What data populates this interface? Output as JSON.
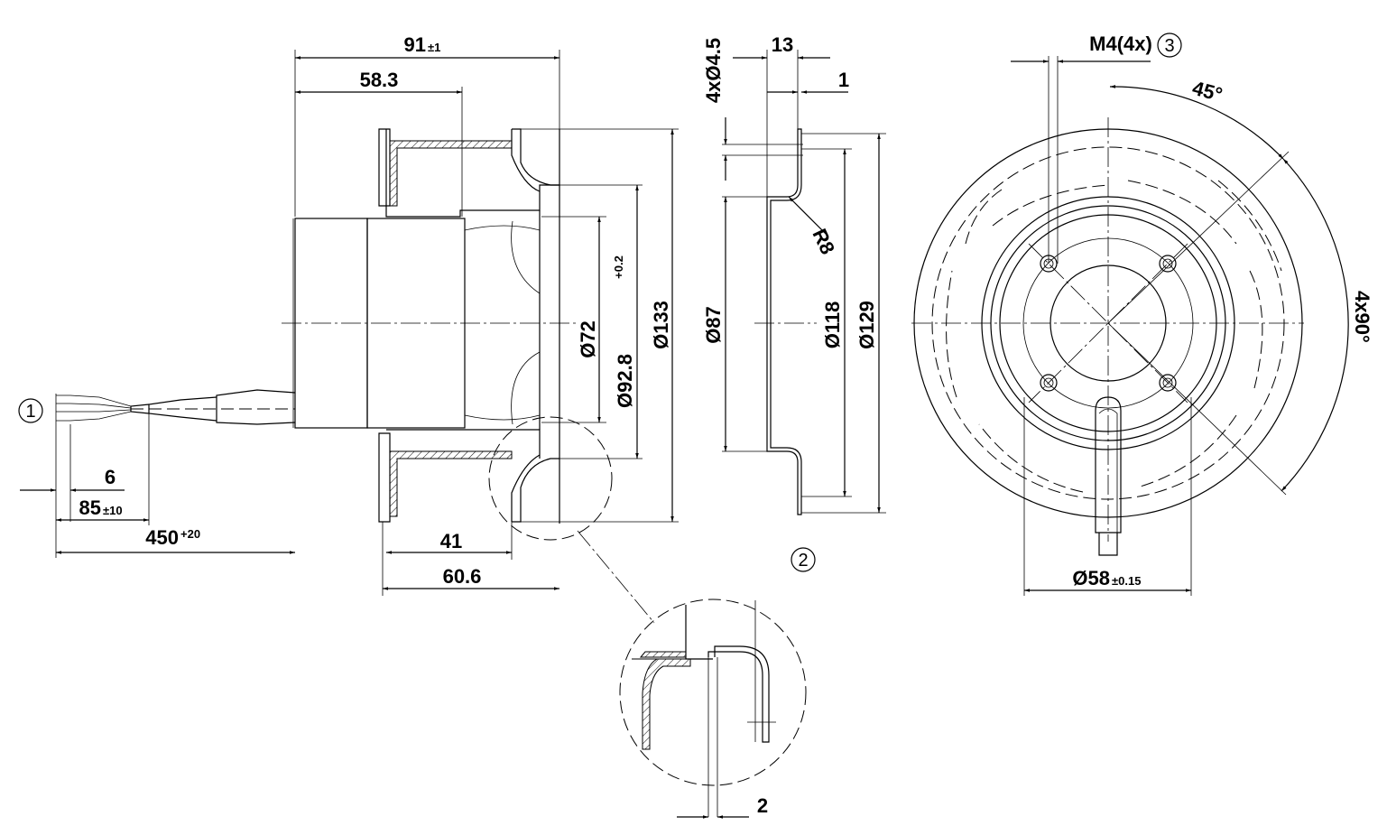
{
  "callouts": {
    "c1": "1",
    "c2": "2",
    "c3": "3"
  },
  "side_view": {
    "overall_length": "91",
    "overall_length_tol": "±1",
    "length_58": "58.3",
    "dia_72": "Ø72",
    "dia_92": "Ø92.8",
    "dia_92_tol": "+0.2",
    "dia_133": "Ø133",
    "len_41": "41",
    "len_60": "60.6"
  },
  "cable": {
    "strip_len": "6",
    "sleeve_len": "85",
    "sleeve_tol": "±10",
    "cable_len": "450",
    "cable_tol": "+20"
  },
  "inlet_ring": {
    "holes": "4xØ4.5",
    "width": "13",
    "thickness": "1",
    "radius": "R8",
    "dia_87": "Ø87",
    "dia_118": "Ø118",
    "dia_129": "Ø129"
  },
  "front_view": {
    "thread": "M4(4x)",
    "angle": "45°",
    "angle_4x": "4x90°",
    "dia_58": "Ø58",
    "dia_58_tol": "±0.15"
  },
  "detail": {
    "gap": "2"
  }
}
